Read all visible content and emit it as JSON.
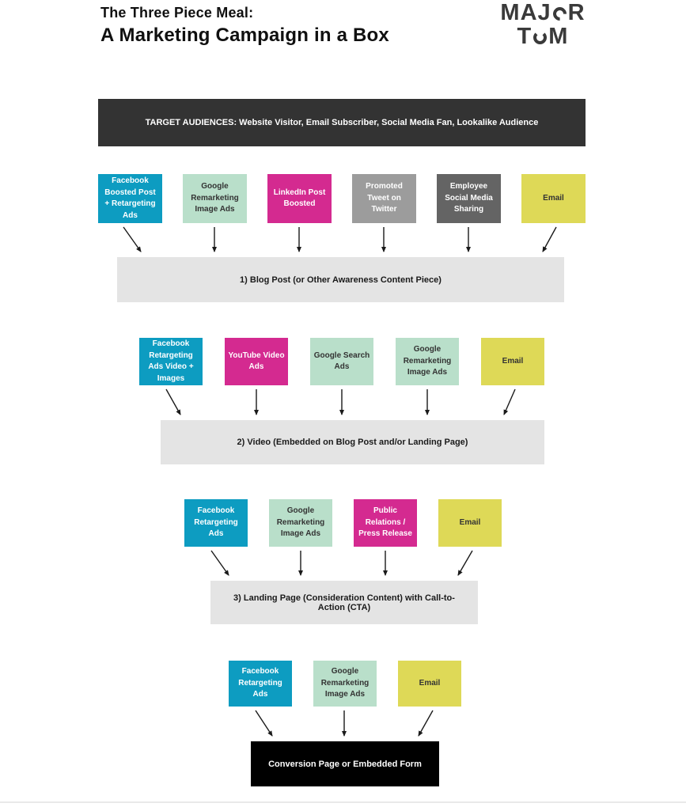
{
  "header": {
    "title_line1": "The Three Piece Meal:",
    "title_line2": "A Marketing Campaign in a Box",
    "logo": {
      "word1_prefix": "MAJ",
      "word1_suffix": "R",
      "word2_prefix": "T",
      "word2_suffix": "M"
    }
  },
  "audience_banner": {
    "label": "TARGET AUDIENCES: Website Visitor, Email Subscriber, Social Media Fan, Lookalike Audience"
  },
  "colors": {
    "teal": {
      "bg": "#0d9cc1",
      "fg": "#ffffff"
    },
    "mint": {
      "bg": "#b9dfca",
      "fg": "#333333"
    },
    "magenta": {
      "bg": "#d42a90",
      "fg": "#ffffff"
    },
    "gray": {
      "bg": "#9c9c9c",
      "fg": "#ffffff"
    },
    "dark_gray": {
      "bg": "#646464",
      "fg": "#ffffff"
    },
    "yellow": {
      "bg": "#ded957",
      "fg": "#333333"
    },
    "banner_dark": {
      "bg": "#333333",
      "fg": "#ffffff"
    },
    "stage_bar": {
      "bg": "#e4e4e4",
      "fg": "#1a1a1a"
    },
    "conversion": {
      "bg": "#000000",
      "fg": "#ffffff"
    }
  },
  "stages": [
    {
      "channels": [
        {
          "label": "Facebook Boosted Post + Retargeting Ads",
          "color": "teal"
        },
        {
          "label": "Google Remarketing Image Ads",
          "color": "mint"
        },
        {
          "label": "LinkedIn Post Boosted",
          "color": "magenta"
        },
        {
          "label": "Promoted Tweet on Twitter",
          "color": "gray"
        },
        {
          "label": "Employee Social Media Sharing",
          "color": "dark_gray"
        },
        {
          "label": "Email",
          "color": "yellow"
        }
      ],
      "bar_label": "1) Blog Post (or Other Awareness Content Piece)"
    },
    {
      "channels": [
        {
          "label": "Facebook Retargeting Ads Video + Images",
          "color": "teal"
        },
        {
          "label": "YouTube Video Ads",
          "color": "magenta"
        },
        {
          "label": "Google Search Ads",
          "color": "mint"
        },
        {
          "label": "Google Remarketing Image Ads",
          "color": "mint"
        },
        {
          "label": "Email",
          "color": "yellow"
        }
      ],
      "bar_label": "2) Video (Embedded on Blog Post and/or Landing Page)"
    },
    {
      "channels": [
        {
          "label": "Facebook Retargeting Ads",
          "color": "teal"
        },
        {
          "label": "Google Remarketing Image Ads",
          "color": "mint"
        },
        {
          "label": "Public Relations / Press Release",
          "color": "magenta"
        },
        {
          "label": "Email",
          "color": "yellow"
        }
      ],
      "bar_label": "3) Landing Page (Consideration Content) with Call-to-Action (CTA)"
    },
    {
      "channels": [
        {
          "label": "Facebook Retargeting Ads",
          "color": "teal"
        },
        {
          "label": "Google Remarketing Image Ads",
          "color": "mint"
        },
        {
          "label": "Email",
          "color": "yellow"
        }
      ],
      "bar_label": "Conversion Page or Embedded Form"
    }
  ]
}
